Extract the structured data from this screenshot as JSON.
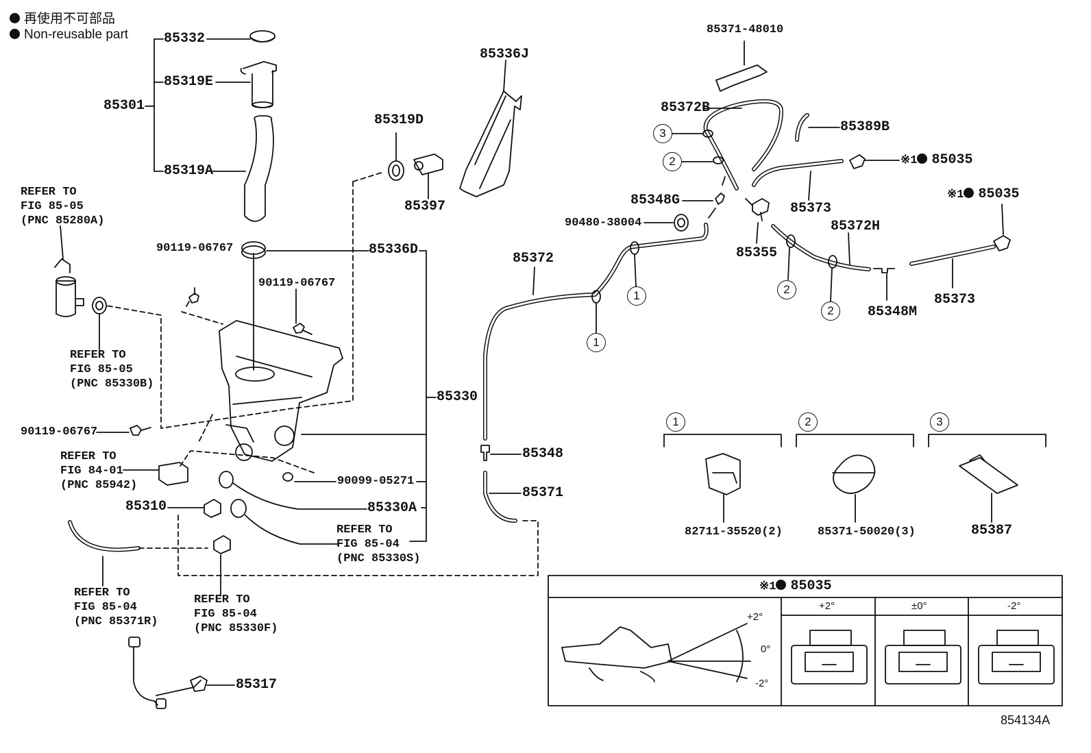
{
  "legend": {
    "japanese": "再使用不可部品",
    "english": "Non-reusable part"
  },
  "parts": {
    "p85332": "85332",
    "p85319E": "85319E",
    "p85301": "85301",
    "p85319A": "85319A",
    "p85336J": "85336J",
    "p85319D": "85319D",
    "p85397": "85397",
    "p90119_a": "90119-06767",
    "p90119_b": "90119-06767",
    "p90119_c": "90119-06767",
    "p85336D": "85336D",
    "p85330": "85330",
    "p90099": "90099-05271",
    "p85330A": "85330A",
    "p85310": "85310",
    "p85317": "85317",
    "p85372": "85372",
    "p85348": "85348",
    "p85371": "85371",
    "p85371_48010": "85371-48010",
    "p85372B": "85372B",
    "p85389B": "85389B",
    "p85035_a": "85035",
    "p85035_b": "85035",
    "p85373_a": "85373",
    "p85373_b": "85373",
    "p85348G": "85348G",
    "p90480": "90480-38004",
    "p85355": "85355",
    "p85372H": "85372H",
    "p85348M": "85348M",
    "p82711": "82711-35520(2)",
    "p85371_50020": "85371-50020(3)",
    "p85387": "85387",
    "mark": "※1"
  },
  "refs": {
    "r85280A": [
      "REFER TO",
      "FIG 85-05",
      "(PNC 85280A)"
    ],
    "r85330B": [
      "REFER TO",
      "FIG 85-05",
      "(PNC 85330B)"
    ],
    "r85942": [
      "REFER TO",
      "FIG 84-01",
      "(PNC 85942)"
    ],
    "r85330S": [
      "REFER TO",
      "FIG 85-04",
      "(PNC 85330S)"
    ],
    "r85371R": [
      "REFER TO",
      "FIG 85-04",
      "(PNC 85371R)"
    ],
    "r85330F": [
      "REFER TO",
      "FIG 85-04",
      "(PNC 85330F)"
    ]
  },
  "clip_refs": {
    "c1": "1",
    "c2": "2",
    "c3": "3"
  },
  "inset": {
    "title_mark": "※1",
    "title_part": "85035",
    "columns": [
      "+2°",
      "±0°",
      "-2°"
    ],
    "angles": [
      "+2°",
      "0°",
      "-2°"
    ]
  },
  "image_number": "854134A"
}
